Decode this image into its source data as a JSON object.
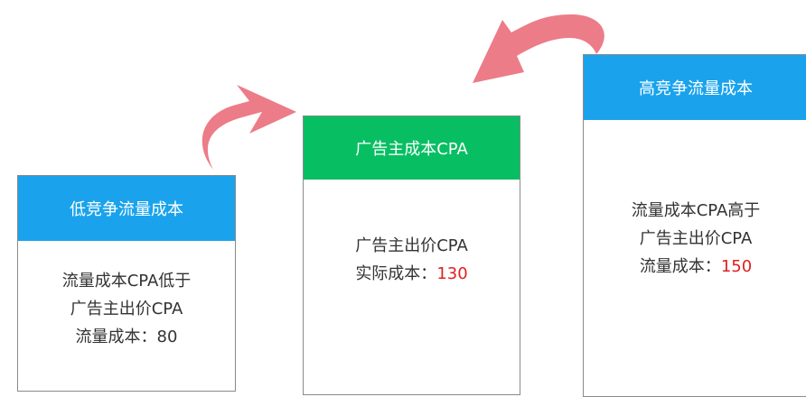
{
  "colors": {
    "blue_header": "#1aa3ec",
    "green_header": "#08be63",
    "arrow": "#ec7c87",
    "highlight": "#e02020"
  },
  "cards": {
    "low": {
      "title": "低竞争流量成本",
      "line1": "流量成本CPA低于",
      "line2": "广告主出价CPA",
      "cost_label": "流量成本：",
      "cost_value": "80"
    },
    "mid": {
      "title": "广告主成本CPA",
      "line1": "广告主出价CPA",
      "cost_label": "实际成本：",
      "cost_value": "130"
    },
    "high": {
      "title": "高竞争流量成本",
      "line1": "流量成本CPA高于",
      "line2": "广告主出价CPA",
      "cost_label": "流量成本：",
      "cost_value": "150"
    }
  },
  "arrows": [
    {
      "name": "arrow-low-to-mid",
      "icon": "curved-arrow-right"
    },
    {
      "name": "arrow-high-to-mid",
      "icon": "curved-arrow-left"
    }
  ]
}
